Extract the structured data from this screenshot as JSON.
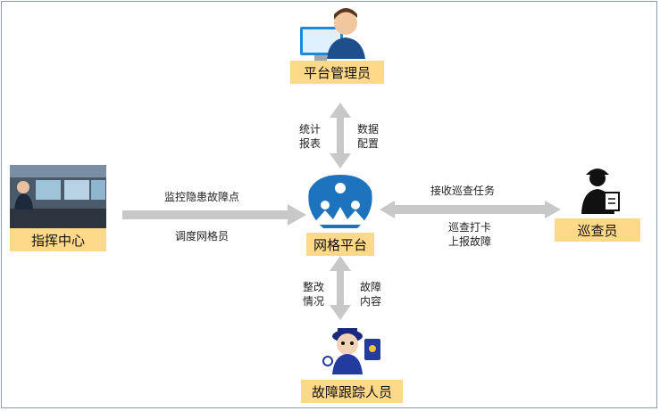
{
  "nodes": {
    "admin": "平台管理员",
    "command": "指挥中心",
    "platform": "网格平台",
    "inspector": "巡查员",
    "tracker": "故障跟踪人员"
  },
  "edges": {
    "top_left": [
      "统计",
      "报表"
    ],
    "top_right": [
      "数据",
      "配置"
    ],
    "left_top": "监控隐患故障点",
    "left_bottom": "调度网格员",
    "right_top": "接收巡查任务",
    "right_bottom": [
      "巡查打卡",
      "上报故障"
    ],
    "bottom_left": [
      "整改",
      "情况"
    ],
    "bottom_right": [
      "故障",
      "内容"
    ]
  },
  "colors": {
    "label_fill": "#ffd98a",
    "arrow": "#c8c8c8",
    "platform_logo": "#1e73be"
  }
}
